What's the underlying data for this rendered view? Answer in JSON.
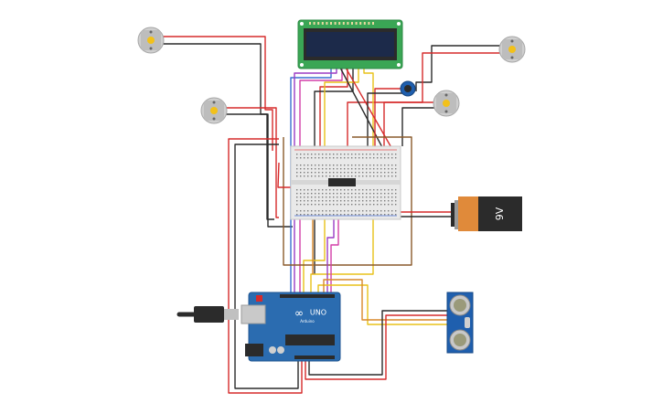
{
  "battery": {
    "label": "9V"
  },
  "arduino": {
    "label": "UNO",
    "brand": "Arduino"
  },
  "colors": {
    "wire_red": "#d62b2b",
    "wire_black": "#2b2b2b",
    "wire_yellow": "#e8c21a",
    "wire_orange": "#d9892a",
    "wire_blue": "#3a6fd1",
    "wire_purple": "#9b3cc4",
    "wire_pink": "#d33fa8",
    "wire_brown": "#8a5a2b",
    "arduino_blue": "#2b6cb0",
    "lcd_green": "#3aa655",
    "lcd_screen": "#1c2a4a",
    "sensor_blue": "#1f5fae",
    "battery_orange": "#e08a3a"
  }
}
